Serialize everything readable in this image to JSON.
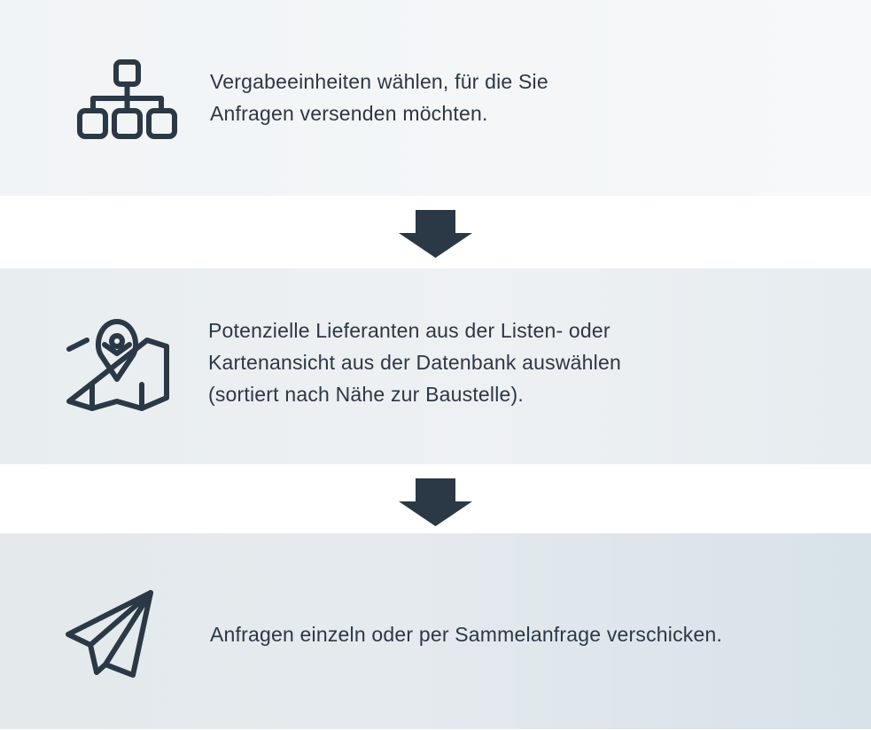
{
  "steps": [
    {
      "icon": "org-chart-icon",
      "lines": [
        "Vergabeeinheiten wählen, für die Sie",
        "Anfragen versenden möchten."
      ]
    },
    {
      "icon": "map-pin-icon",
      "lines": [
        "Potenzielle Lieferanten aus der Listen- oder",
        "Kartenansicht aus der Datenbank auswählen",
        "(sortiert nach Nähe zur Baustelle)."
      ]
    },
    {
      "icon": "paper-plane-icon",
      "lines": [
        "Anfragen einzeln oder per Sammelanfrage verschicken."
      ]
    }
  ],
  "arrows": [
    "arrow-down-icon",
    "arrow-down-icon"
  ],
  "colors": {
    "ink": "#2b3845",
    "panel_light": "#f3f6f7",
    "panel_mid": "#eaeff2",
    "panel_dark": "#dde5eb"
  }
}
